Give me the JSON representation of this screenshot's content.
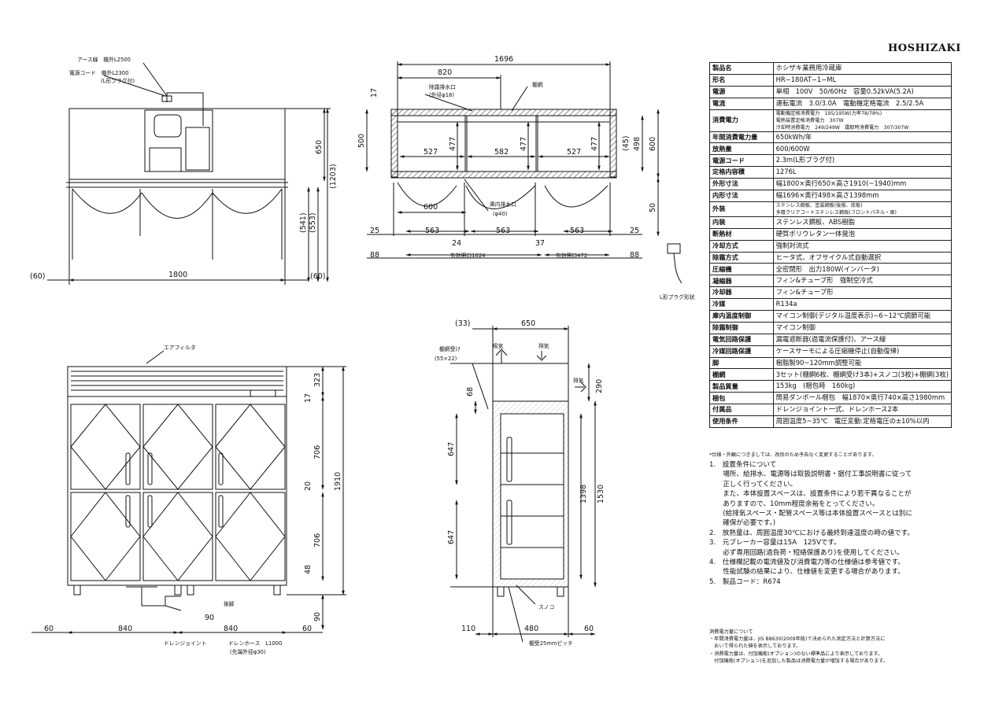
{
  "brand": "HOSHIZAKI",
  "spec_rows": [
    {
      "k": "製品名",
      "v": [
        "ホシザキ業務用冷蔵庫"
      ]
    },
    {
      "k": "形名",
      "v": [
        "HR−180AT−1−ML"
      ]
    },
    {
      "k": "電源",
      "v": [
        "単相　100V　50/60Hz　容量0.52kVA(5.2A)"
      ]
    },
    {
      "k": "電流",
      "v": [
        "運転電流　3.0/3.0A　電動機定格電流　2.5/2.5A"
      ]
    },
    {
      "k": "消費電力",
      "v": [
        "電動機定格消費電力　195/195W(力率78/78%)",
        "電熱装置定格消費電力　307W",
        "冷却時消費電力　249/249W　霜取時消費電力　307/307W"
      ]
    },
    {
      "k": "年間消費電力量",
      "v": [
        "650kWh/年"
      ]
    },
    {
      "k": "放熱量",
      "v": [
        "600/600W"
      ]
    },
    {
      "k": "電源コード",
      "v": [
        "2.3m(L形プラグ付)"
      ]
    },
    {
      "k": "定格内容積",
      "v": [
        "1276L"
      ]
    },
    {
      "k": "外形寸法",
      "v": [
        "幅1800×奥行650×高さ1910(~1940)mm"
      ]
    },
    {
      "k": "内形寸法",
      "v": [
        "幅1696×奥行498×高さ1398mm"
      ]
    },
    {
      "k": "外装",
      "v": [
        "ステンレス鋼板、塗装鋼板(後板、底板)",
        "多層クリアコートステンレス鋼板(フロントパネル・扉)"
      ]
    },
    {
      "k": "内装",
      "v": [
        "ステンレス鋼板、ABS樹脂"
      ]
    },
    {
      "k": "断熱材",
      "v": [
        "硬質ポリウレタン一体発泡"
      ]
    },
    {
      "k": "冷却方式",
      "v": [
        "強制対流式"
      ]
    },
    {
      "k": "除霜方式",
      "v": [
        "ヒータ式、オフサイクル式自動選択"
      ]
    },
    {
      "k": "圧縮機",
      "v": [
        "全密閉形　出力180W(インバータ)"
      ]
    },
    {
      "k": "凝縮器",
      "v": [
        "フィン&チューブ形　強制空冷式"
      ]
    },
    {
      "k": "冷却器",
      "v": [
        "フィン&チューブ形"
      ]
    },
    {
      "k": "冷媒",
      "v": [
        "R134a"
      ]
    },
    {
      "k": "庫内温度制御",
      "v": [
        "マイコン制御(デジタル温度表示)−6~12℃調節可能"
      ]
    },
    {
      "k": "除霜制御",
      "v": [
        "マイコン制御"
      ]
    },
    {
      "k": "電気回路保護",
      "v": [
        "漏電遮断器(過電流保護付)、アース線"
      ]
    },
    {
      "k": "冷媒回路保護",
      "v": [
        "ケースサーモによる圧縮機停止(自動復帰)"
      ]
    },
    {
      "k": "脚",
      "v": [
        "樹脂製90~120mm調整可能"
      ]
    },
    {
      "k": "棚網",
      "v": [
        "3セット(棚網6枚、棚網受け3本)+スノコ(3枚)+棚網(3枚)"
      ]
    },
    {
      "k": "製品質量",
      "v": [
        "153kg　(梱包時　160kg)"
      ]
    },
    {
      "k": "梱包",
      "v": [
        "簡易ダンボール梱包　幅1870×奥行740×高さ1980mm"
      ]
    },
    {
      "k": "付属品",
      "v": [
        "ドレンジョイント一式、ドレンホース2本"
      ]
    },
    {
      "k": "使用条件",
      "v": [
        "周囲温度5~35℃　電圧変動:定格電圧の±10%以内"
      ]
    }
  ],
  "notes": {
    "lead": "*仕様・外観につきましては、改良のため予告なく変更することがあります。",
    "lines": [
      "1.　設置条件について",
      "　　場所、給排水、電源等は取扱説明書・据付工事説明書に従って",
      "　　正しく行ってください。",
      "　　また、本体設置スペースは、設置条件により若干異なることが",
      "　　ありますので、10mm程度余裕をとってください。",
      "　　(給排気スペース・配管スペース等は本体設置スペースとは別に",
      "　　確保が必要です。)",
      "2.　放熱量は、周囲温度30℃における最終到達温度の時の値です。",
      "3.　元ブレーカー容量は15A　125Vです。",
      "　　必ず専用回路(過負荷・短絡保護あり)を使用してください。",
      "4.　仕様欄記載の電流値及び消費電力等の仕様値は参考値です。",
      "　　性能試験の結果により、仕様値を変更する場合があります。",
      "5.　製品コード：R674"
    ]
  },
  "footnote": [
    "消費電力量について",
    "・年間消費電力量は、JIS B8630(2009年版)で決められた測定方法と計算方法に",
    "　おいて得られた値を表示しております。",
    "・消費電力量は、付加機能(オプション)のない標準品により表示しております。",
    "　付加機能(オプション)を追加した製品は消費電力量が増加する場合があります。"
  ],
  "top_view": {
    "earth_wire": "アース線　機外L2500",
    "power_cord": "電源コード　機外L2300",
    "plug_note": "(L形プラグ付)",
    "d650": "650",
    "d1203": "(1203)",
    "d541": "(541)",
    "d553": "(553)",
    "d1800": "1800",
    "d60l": "(60)",
    "d60r": "(60)"
  },
  "section_view": {
    "d1696": "1696",
    "d820": "820",
    "d17": "17",
    "drain_out": "除霜排水口",
    "drain_out_sub": "(外径φ18)",
    "shelf": "棚網",
    "d500": "500",
    "d527a": "527",
    "d582": "582",
    "d527b": "527",
    "d477a": "477",
    "d477b": "477",
    "d477c": "477",
    "d45": "(45)",
    "d498": "498",
    "d600r": "600",
    "d50": "50",
    "d600": "600",
    "drain_in": "庫内排水口",
    "drain_in_sub": "(φ40)",
    "d25l": "25",
    "d563a": "563",
    "d563b": "563",
    "d563c": "563",
    "d25r": "25",
    "d24": "24",
    "d37": "37",
    "d88l": "88",
    "open1024": "有効開口1024",
    "open472": "有効開口472",
    "d88r": "88"
  },
  "plug_caption": "L形プラグ形状",
  "front_view": {
    "air_filter": "エアフィルタ",
    "d323": "323",
    "d17": "17",
    "d706a": "706",
    "d20": "20",
    "d1910": "1910",
    "d706b": "706",
    "d48": "48",
    "d90": "90",
    "rear": "後脚",
    "d90b": "90",
    "d60l": "60",
    "d840a": "840",
    "d840b": "840",
    "d60r": "60",
    "drain_joint": "ドレンジョイント",
    "drain_hose": "ドレンホース　L1000",
    "hose_tip": "(先端外径φ30)"
  },
  "side_view": {
    "d33": "(33)",
    "d650": "650",
    "shelf_rail": "棚網受け",
    "shelf_rail_sub": "(55×22)",
    "intake": "吸気",
    "exhaust": "排気",
    "exhaust2": "排気",
    "d68": "68",
    "d290": "290",
    "d647a": "647",
    "d647b": "647",
    "d1398": "1398",
    "d1530": "1530",
    "sunoko": "スノコ",
    "d110": "110",
    "d480": "480",
    "d60": "60",
    "pitch": "棚受25mmピッチ"
  }
}
